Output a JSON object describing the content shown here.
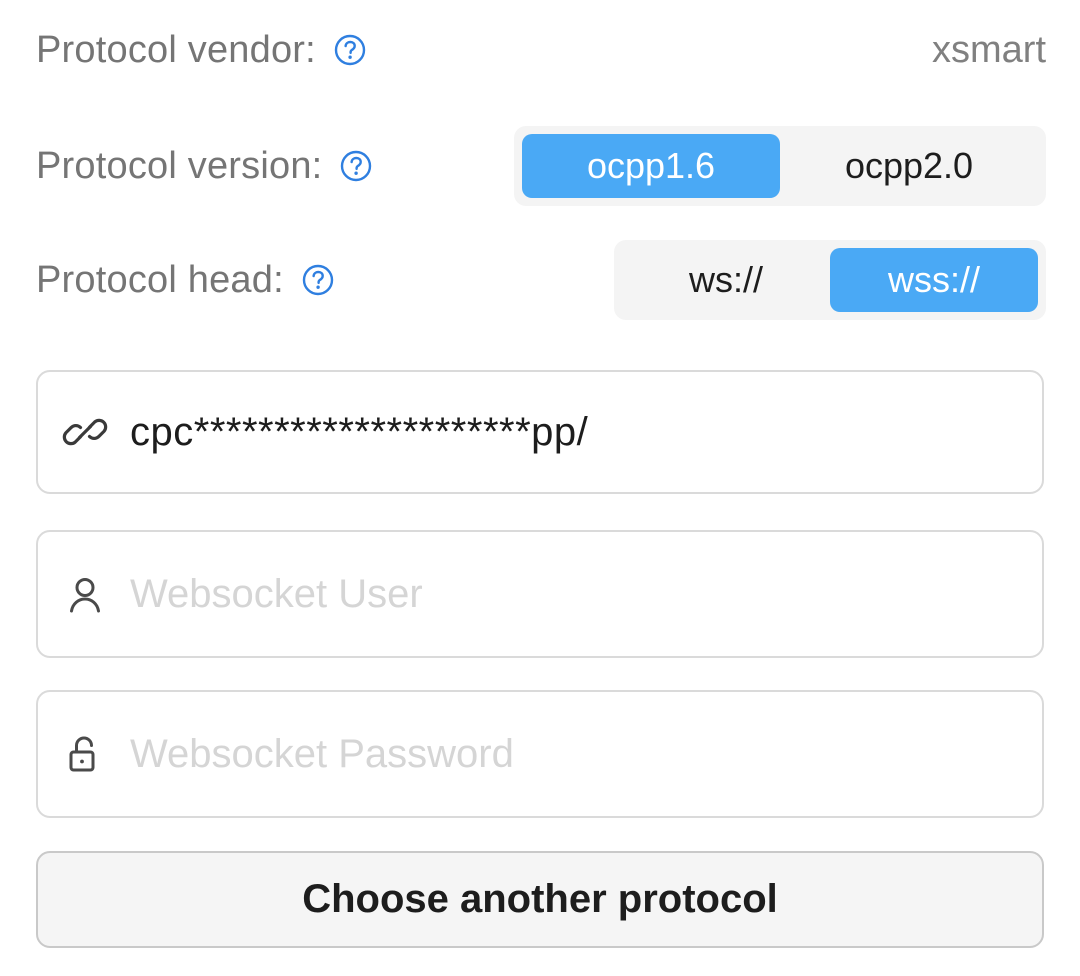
{
  "rows": [
    {
      "label": "Protocol vendor:",
      "help_icon": "question-circle-icon",
      "value": "xsmart"
    },
    {
      "label": "Protocol version:",
      "help_icon": "question-circle-icon",
      "options": [
        "ocpp1.6",
        "ocpp2.0"
      ],
      "selected": "ocpp1.6"
    },
    {
      "label": "Protocol head:",
      "help_icon": "question-circle-icon",
      "options": [
        "ws://",
        "wss://"
      ],
      "selected": "wss://"
    }
  ],
  "fields": {
    "url": {
      "icon": "link-icon",
      "value": "cpc*********************pp/"
    },
    "user": {
      "icon": "user-icon",
      "value": "",
      "placeholder": "Websocket User"
    },
    "password": {
      "icon": "unlock-icon",
      "value": "",
      "placeholder": "Websocket Password"
    }
  },
  "actions": {
    "choose_protocol": "Choose another protocol"
  },
  "colors": {
    "accent": "#4aa9f5",
    "label": "#757575",
    "value": "#808080",
    "placeholder": "#d5d5d5",
    "border": "#dadada",
    "track": "#f4f4f4",
    "button_fill": "#f5f5f5",
    "button_border": "#c9c9c9",
    "text": "#1d1d1d"
  }
}
